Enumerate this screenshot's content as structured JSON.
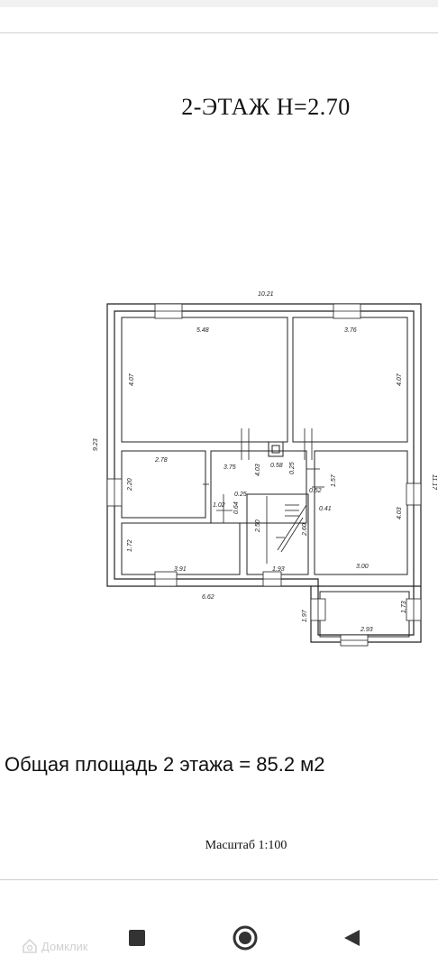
{
  "document": {
    "title": "2-ЭТАЖ  Н=2.70",
    "total_area": "Общая площадь 2 этажа = 85.2 м2",
    "scale": "Масштаб 1:100"
  },
  "plan": {
    "dimensions": {
      "overall_width": "10.21",
      "overall_height_left": "9.23",
      "overall_height_right": "11.17",
      "room1_width": "5.48",
      "room1_height": "4.07",
      "room2_width": "3.76",
      "room2_height": "4.07",
      "room3_width": "2.78",
      "room3_height": "2.20",
      "hall_width": "3.75",
      "hall_height": "4.03",
      "chimney_width": "0.58",
      "chimney_gap": "0.25",
      "gap_a": "0.25",
      "gap_b": "0.52",
      "gap_c": "1.57",
      "gap_d": "0.41",
      "gap_e": "1.02",
      "gap_f": "0.64",
      "stair_a": "2.50",
      "stair_b": "2.60",
      "room4_height": "1.72",
      "room4_width": "3.91",
      "stair_width": "1.93",
      "room5_height": "4.03",
      "room5_width": "3.00",
      "bottom_left_width": "6.62",
      "balcony_height_left": "1.97",
      "balcony_height_right": "1.73",
      "balcony_width": "2.93"
    }
  },
  "watermark": {
    "text": "Домклик"
  },
  "nav": {
    "recent_icon": "square-icon",
    "home_icon": "circle-icon",
    "back_icon": "triangle-back-icon"
  },
  "colors": {
    "wall": "#222222",
    "nav_icon": "#333333"
  }
}
